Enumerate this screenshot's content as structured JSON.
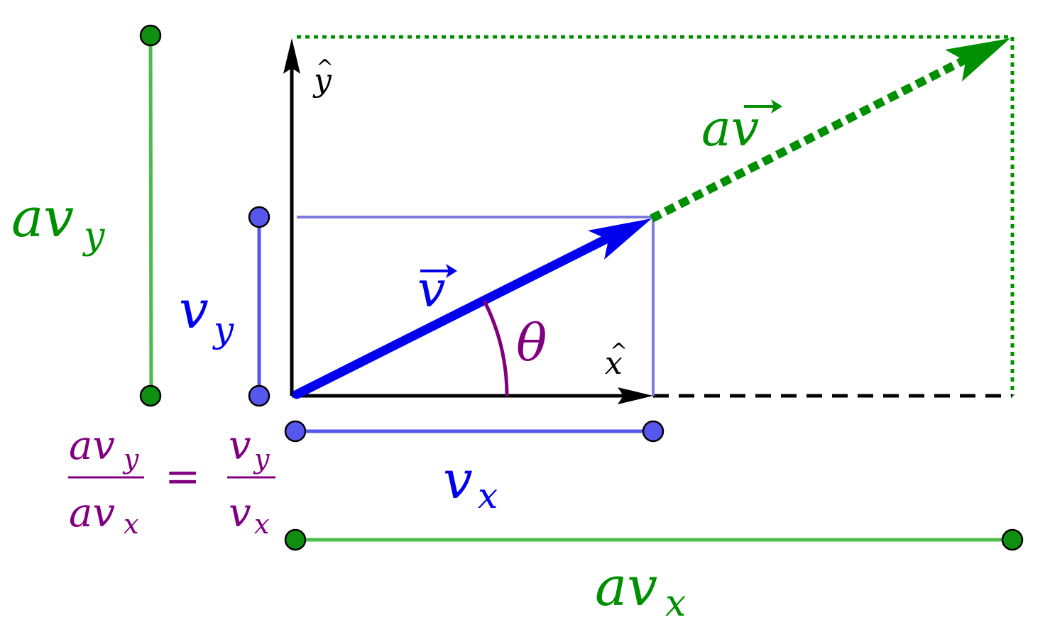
{
  "labels": {
    "y_hat_symbol": "y",
    "y_hat_accent": "^",
    "x_hat_symbol": "x",
    "x_hat_accent": "^",
    "v_vec_symbol": "v",
    "av_vec_scalar": "a",
    "av_vec_symbol": "v",
    "theta": "θ",
    "vy_main": "v",
    "vy_sub": "y",
    "vx_main": "v",
    "vx_sub": "x",
    "avy_main": "av",
    "avy_sub": "y",
    "avx_main": "av",
    "avx_sub": "x",
    "eq_num_left_main": "av",
    "eq_num_left_sub": "y",
    "eq_den_left_main": "av",
    "eq_den_left_sub": "x",
    "eq_sign": "=",
    "eq_num_right_main": "v",
    "eq_num_right_sub": "y",
    "eq_den_right_main": "v",
    "eq_den_right_sub": "x"
  },
  "colors": {
    "axis": "#000000",
    "vector": "#0000ee",
    "vector_light": "#7b7bdf",
    "scaled": "#008f00",
    "scaled_light": "#4cbb4c",
    "angle": "#800080",
    "point_blue": "#5757ee",
    "point_green": "#0f8f0f"
  }
}
